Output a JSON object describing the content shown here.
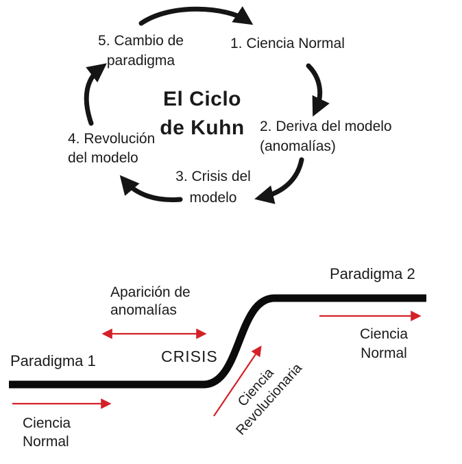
{
  "colors": {
    "ink": "#151515",
    "curve": "#0b0b0b",
    "arrow_red": "#d42028"
  },
  "cycle": {
    "title": {
      "line1": "El Ciclo",
      "line2": "de Kuhn"
    },
    "stages": [
      {
        "line1": "1. Ciencia Normal",
        "line2": ""
      },
      {
        "line1": "2. Deriva del modelo",
        "line2": "(anomalías)"
      },
      {
        "line1": "3. Crisis del",
        "line2": "modelo"
      },
      {
        "line1": "4. Revolución",
        "line2": "del modelo"
      },
      {
        "line1": "5. Cambio de",
        "line2": "paradigma"
      }
    ],
    "arrows": [
      "stage5-to-stage1",
      "stage1-to-stage2",
      "stage2-to-stage3",
      "stage3-to-stage4",
      "stage4-to-stage5"
    ]
  },
  "graph": {
    "paradigm1": "Paradigma 1",
    "paradigm2": "Paradigma 2",
    "anomalies": {
      "line1": "Aparición de",
      "line2": "anomalías"
    },
    "crisis": "CRISIS",
    "normal_left": {
      "line1": "Ciencia",
      "line2": "Normal"
    },
    "normal_right": {
      "line1": "Ciencia",
      "line2": "Normal"
    },
    "revolutionary": {
      "line1": "Ciencia",
      "line2": "Revolucionaria"
    }
  }
}
